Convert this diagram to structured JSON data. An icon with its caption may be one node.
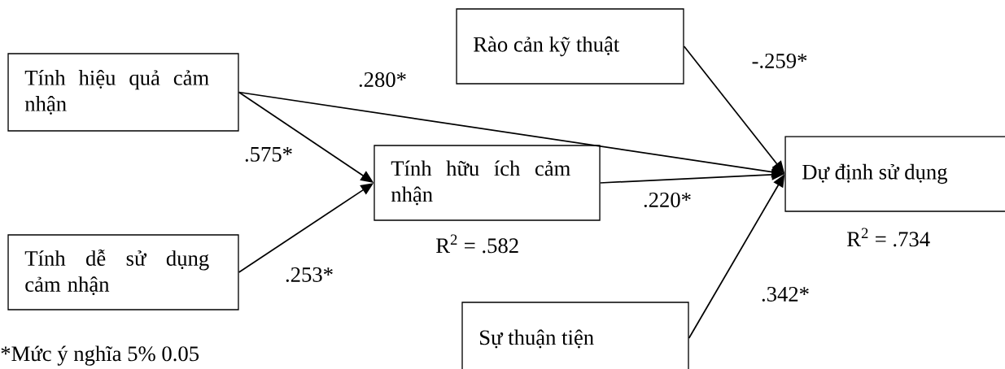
{
  "diagram": {
    "nodes": [
      {
        "text": [
          "Tính hiệu quả cảm nhận"
        ]
      },
      {
        "text": [
          "Tính dễ sử dụng cảm nhận"
        ]
      },
      {
        "text": [
          "Tính hữu ích cảm nhận"
        ],
        "beside": [
          "R$^{2}$ = .582"
        ]
      },
      {
        "text": [
          "Rào cản kỹ thuật"
        ]
      },
      {
        "text": [
          "Dự định sử dụng"
        ],
        "beside": [
          "R$^{2}$ = .734"
        ]
      },
      {
        "text": [
          "Sự thuận tiện"
        ]
      }
    ],
    "edges": [
      {
        "from": 0,
        "to": 4,
        "arrow": "to",
        "label": ".280*"
      },
      {
        "from": 0,
        "to": 2,
        "arrow": "to",
        "label": ".575*"
      },
      {
        "from": 1,
        "to": 2,
        "arrow": "to",
        "label": ".253*"
      },
      {
        "from": 2,
        "to": 4,
        "arrow": "to",
        "label": ".220*"
      },
      {
        "from": 3,
        "to": 4,
        "arrow": "to",
        "label": "-.259*"
      },
      {
        "from": 5,
        "to": 4,
        "arrow": "to",
        "label": ".342*"
      }
    ],
    "labels": [
      "*Mức ý nghĩa 5% 0.05"
    ]
  }
}
